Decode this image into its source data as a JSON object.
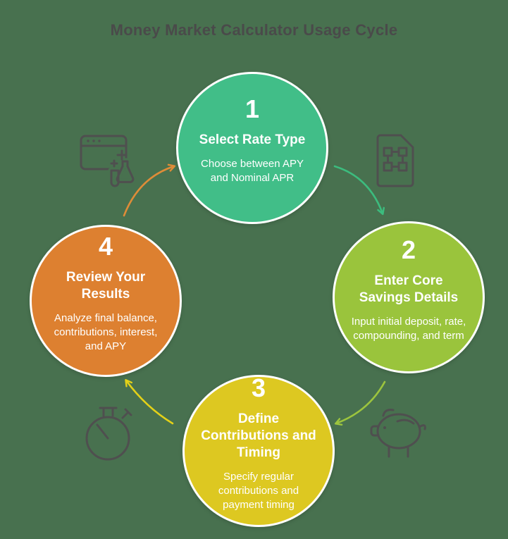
{
  "page": {
    "title": "Money Market Calculator Usage Cycle"
  },
  "colors": {
    "background": "#48714F",
    "title_text": "#4A4A4A",
    "icon_stroke": "#4F4F4F",
    "circle_ring": "#FFFFFF",
    "circle_text": "#FFFFFF"
  },
  "steps": [
    {
      "number": "1",
      "heading": "Select Rate Type",
      "heading_lines": [
        "Select Rate Type"
      ],
      "description": "Choose between APY and Nominal APR",
      "description_lines": [
        "Choose between APY",
        "and Nominal APR"
      ],
      "color": "#41BE88"
    },
    {
      "number": "2",
      "heading": "Enter Core Savings Details",
      "heading_lines": [
        "Enter Core",
        "Savings Details"
      ],
      "description": "Input initial deposit, rate, compounding, and term",
      "description_lines": [
        "Input initial deposit, rate,",
        "compounding, and term"
      ],
      "color": "#9AC43C"
    },
    {
      "number": "3",
      "heading": "Define Contributions and Timing",
      "heading_lines": [
        "Define",
        "Contributions and",
        "Timing"
      ],
      "description": "Specify regular contributions and payment timing",
      "description_lines": [
        "Specify regular",
        "contributions and",
        "payment timing"
      ],
      "color": "#DDC821"
    },
    {
      "number": "4",
      "heading": "Review Your Results",
      "heading_lines": [
        "Review Your",
        "Results"
      ],
      "description": "Analyze final balance, contributions, interest, and APY",
      "description_lines": [
        "Analyze final balance,",
        "contributions, interest,",
        "and APY"
      ],
      "color": "#DD8030"
    }
  ],
  "arrows": [
    {
      "name": "step1-to-step2",
      "color": "#3CBC7E"
    },
    {
      "name": "step2-to-step3",
      "color": "#9CC43E"
    },
    {
      "name": "step3-to-step4",
      "color": "#E4D118"
    },
    {
      "name": "step4-to-step1",
      "color": "#DE8C38"
    }
  ],
  "icons": [
    {
      "name": "browser-experiment-icon"
    },
    {
      "name": "vector-frame-document-icon"
    },
    {
      "name": "piggy-bank-icon"
    },
    {
      "name": "stopwatch-icon"
    }
  ]
}
